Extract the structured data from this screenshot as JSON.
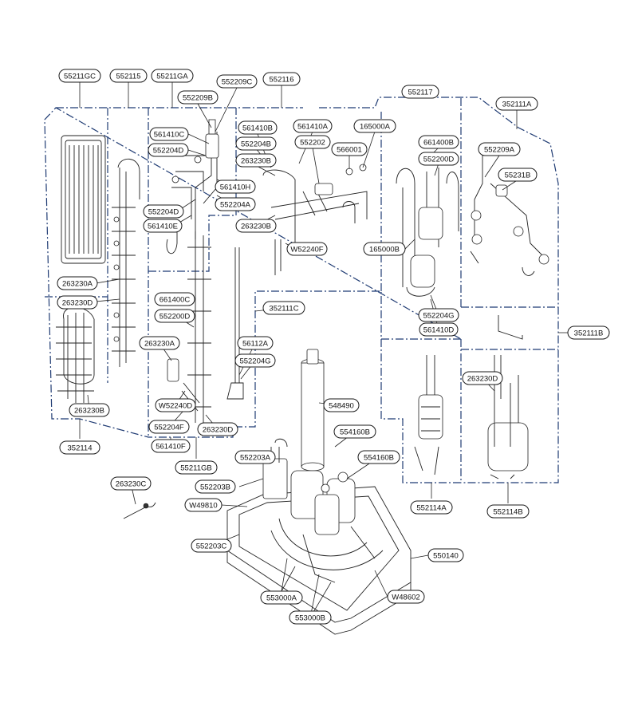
{
  "labels": [
    {
      "id": "l1",
      "text": "55211GC"
    },
    {
      "id": "l2",
      "text": "552115"
    },
    {
      "id": "l3",
      "text": "55211GA"
    },
    {
      "id": "l4",
      "text": "552209C"
    },
    {
      "id": "l5",
      "text": "552116"
    },
    {
      "id": "l6",
      "text": "552117"
    },
    {
      "id": "l7",
      "text": "352111A"
    },
    {
      "id": "l8",
      "text": "552209B"
    },
    {
      "id": "l9",
      "text": "561410C"
    },
    {
      "id": "l10",
      "text": "552204D"
    },
    {
      "id": "l11",
      "text": "561410B"
    },
    {
      "id": "l12",
      "text": "561410A"
    },
    {
      "id": "l13",
      "text": "165000A"
    },
    {
      "id": "l14",
      "text": "552204B"
    },
    {
      "id": "l15",
      "text": "552202"
    },
    {
      "id": "l16",
      "text": "566001"
    },
    {
      "id": "l17",
      "text": "661400B"
    },
    {
      "id": "l18",
      "text": "552209A"
    },
    {
      "id": "l19",
      "text": "263230B"
    },
    {
      "id": "l20",
      "text": "552200D"
    },
    {
      "id": "l21",
      "text": "55231B"
    },
    {
      "id": "l22",
      "text": "561410H"
    },
    {
      "id": "l23",
      "text": "552204A"
    },
    {
      "id": "l24",
      "text": "552204D"
    },
    {
      "id": "l25",
      "text": "263230B"
    },
    {
      "id": "l26",
      "text": "561410E"
    },
    {
      "id": "l27",
      "text": "W52240F"
    },
    {
      "id": "l28",
      "text": "165000B"
    },
    {
      "id": "l29",
      "text": "263230A"
    },
    {
      "id": "l30",
      "text": "263230D"
    },
    {
      "id": "l31",
      "text": "661400C"
    },
    {
      "id": "l32",
      "text": "352111C"
    },
    {
      "id": "l33",
      "text": "552204G"
    },
    {
      "id": "l34",
      "text": "552200D"
    },
    {
      "id": "l35",
      "text": "561410D"
    },
    {
      "id": "l36",
      "text": "352111B"
    },
    {
      "id": "l37",
      "text": "263230A"
    },
    {
      "id": "l38",
      "text": "56112A"
    },
    {
      "id": "l39",
      "text": "552204G"
    },
    {
      "id": "l40",
      "text": "263230D"
    },
    {
      "id": "l41",
      "text": "W52240D"
    },
    {
      "id": "l42",
      "text": "548490"
    },
    {
      "id": "l43",
      "text": "263230B"
    },
    {
      "id": "l44",
      "text": "552204F"
    },
    {
      "id": "l45",
      "text": "263230D"
    },
    {
      "id": "l46",
      "text": "554160B"
    },
    {
      "id": "l47",
      "text": "352114"
    },
    {
      "id": "l48",
      "text": "561410F"
    },
    {
      "id": "l49",
      "text": "552203A"
    },
    {
      "id": "l50",
      "text": "554160B"
    },
    {
      "id": "l51",
      "text": "55211GB"
    },
    {
      "id": "l52",
      "text": "263230C"
    },
    {
      "id": "l53",
      "text": "552203B"
    },
    {
      "id": "l54",
      "text": "552114A"
    },
    {
      "id": "l55",
      "text": "552114B"
    },
    {
      "id": "l56",
      "text": "W49810"
    },
    {
      "id": "l57",
      "text": "552203C"
    },
    {
      "id": "l58",
      "text": "550140"
    },
    {
      "id": "l59",
      "text": "553000A"
    },
    {
      "id": "l60",
      "text": "W48602"
    },
    {
      "id": "l61",
      "text": "553000B"
    }
  ]
}
